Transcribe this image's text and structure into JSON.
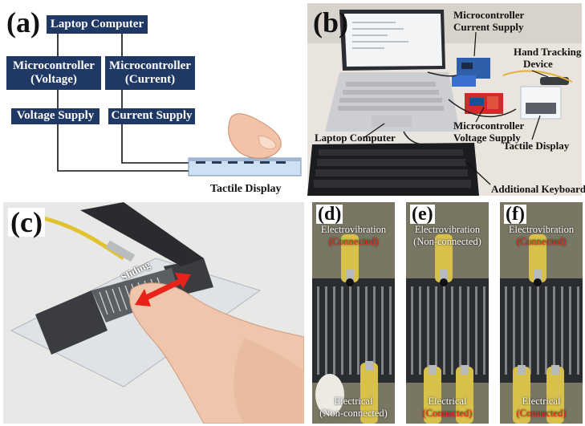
{
  "panels": {
    "a": "(a)",
    "b": "(b)",
    "c": "(c)",
    "d": "(d)",
    "e": "(e)",
    "f": "(f)"
  },
  "diagram": {
    "laptop": "Laptop Computer",
    "mc_voltage": [
      "Microcontroller",
      "(Voltage)"
    ],
    "mc_current": [
      "Microcontroller",
      "(Current)"
    ],
    "voltage_supply": "Voltage Supply",
    "current_supply": "Current Supply",
    "tactile_display": "Tactile Display"
  },
  "photo_b": {
    "mc_current_supply": [
      "Microcontroller",
      "Current Supply"
    ],
    "hand_tracking": [
      "Hand Tracking",
      "Device"
    ],
    "laptop": "Laptop Computer",
    "mc_voltage_supply": [
      "Microcontroller",
      "Voltage Supply"
    ],
    "tactile_display": "Tactile Display",
    "keyboard": "Additional Keyboard"
  },
  "photo_c": {
    "sliding": "Sliding"
  },
  "photo_d": {
    "top_line": "Electrovibration",
    "top_state": "(Connected)",
    "bottom_line": "Electrical",
    "bottom_state": "(Non-connected)"
  },
  "photo_e": {
    "top_line": "Electrovibration",
    "top_state": "(Non-connected)",
    "bottom_line": "Electrical",
    "bottom_state": "(Connected)"
  },
  "photo_f": {
    "top_line": "Electrovibration",
    "top_state": "(Connected)",
    "bottom_line": "Electrical",
    "bottom_state": "(Connected)"
  },
  "colors": {
    "box_fill": "#1f3864",
    "connected_red": "#ff2a1a"
  }
}
